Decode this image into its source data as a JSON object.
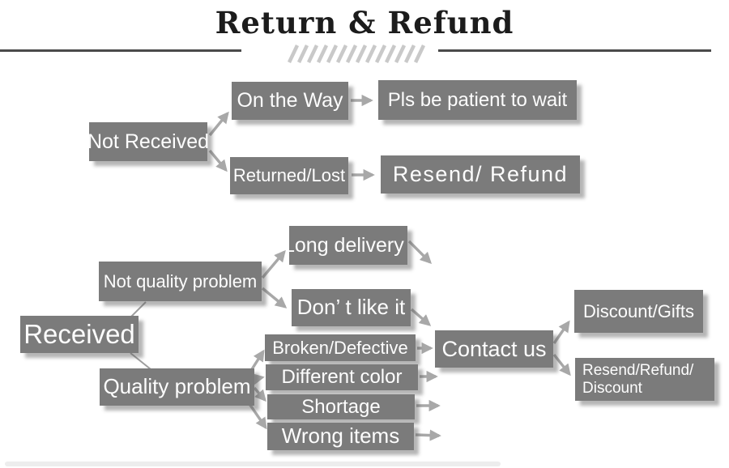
{
  "header": {
    "title": "Return & Refund"
  },
  "nodes": {
    "not_received": "Not Received",
    "on_the_way": "On the Way",
    "pls_be_patient": "Pls be patient to wait",
    "returned_lost": "Returned/Lost",
    "resend_refund": "Resend/ Refund",
    "received": "Received",
    "not_quality_problem": "Not quality problem",
    "long_delivery": "Long delivery",
    "dont_like_it": "Don’ t like it",
    "quality_problem": "Quality problem",
    "broken_defective": "Broken/Defective",
    "different_color": "Different color",
    "shortage": "Shortage",
    "wrong_items": "Wrong items",
    "contact_us": "Contact us",
    "discount_gifts": "Discount/Gifts",
    "resend_refund_discount_line1": "Resend/Refund/",
    "resend_refund_discount_line2": "Discount"
  },
  "colors": {
    "box_fill": "#7b7b7b",
    "box_text": "#ffffff",
    "arrow": "#a8a8a8",
    "title_text": "#1c1c1c",
    "header_rule": "#4a4a4a",
    "hatch": "#c9c9c9"
  }
}
